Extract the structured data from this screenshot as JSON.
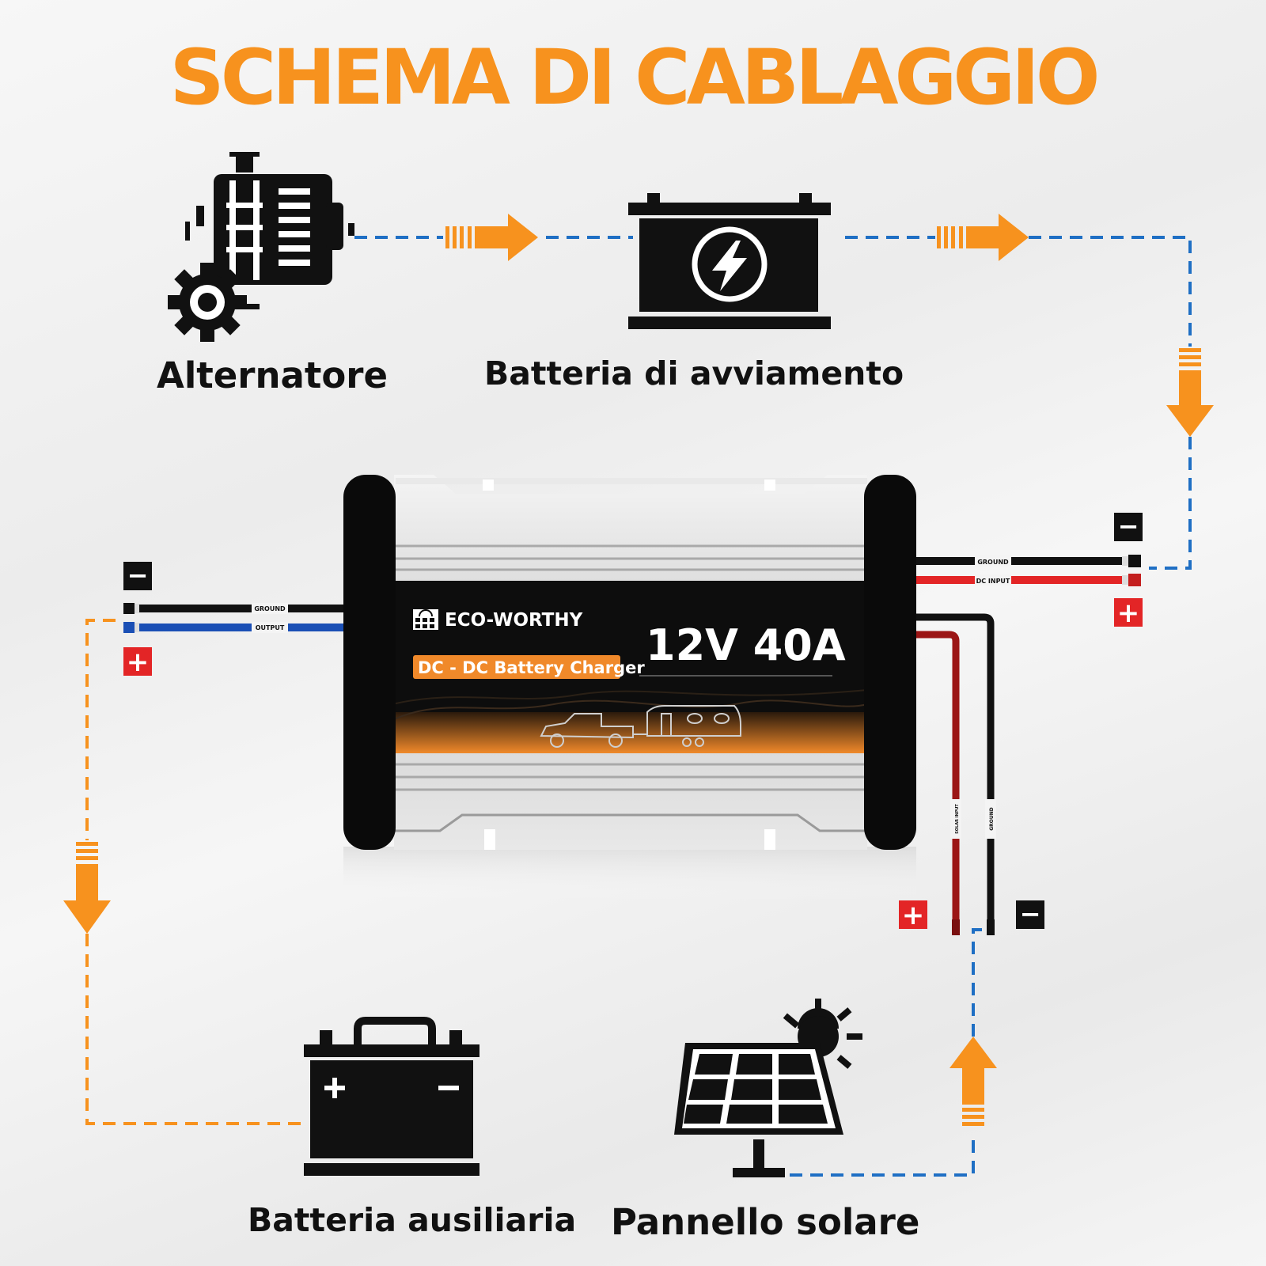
{
  "title": "SCHEMA DI CABLAGGIO",
  "components": {
    "alternator": {
      "label": "Alternatore",
      "icon": "alternator-icon"
    },
    "starter_battery": {
      "label": "Batteria di avviamento",
      "icon": "lightning-battery-icon"
    },
    "aux_battery": {
      "label": "Batteria ausiliaria",
      "icon": "battery-icon"
    },
    "solar_panel": {
      "label": "Pannello solare",
      "icon": "solar-panel-icon"
    }
  },
  "charger": {
    "brand": "ECO-WORTHY",
    "product": "DC - DC Battery Charger",
    "rating": "12V 40A"
  },
  "wire_labels": {
    "input_ground": "GROUND",
    "input_dc": "DC INPUT",
    "output_ground": "GROUND",
    "output": "OUTPUT",
    "solar_input": "SOLAR INPUT",
    "solar_ground": "GROUND"
  },
  "polarity": {
    "plus": "+",
    "minus": "−"
  },
  "colors": {
    "accent": "#f7921e",
    "blue_flow": "#1f6fc4",
    "orange_flow": "#f7921e",
    "positive": "#e32526",
    "negative": "#111111",
    "output_blue": "#1a4fb5"
  }
}
